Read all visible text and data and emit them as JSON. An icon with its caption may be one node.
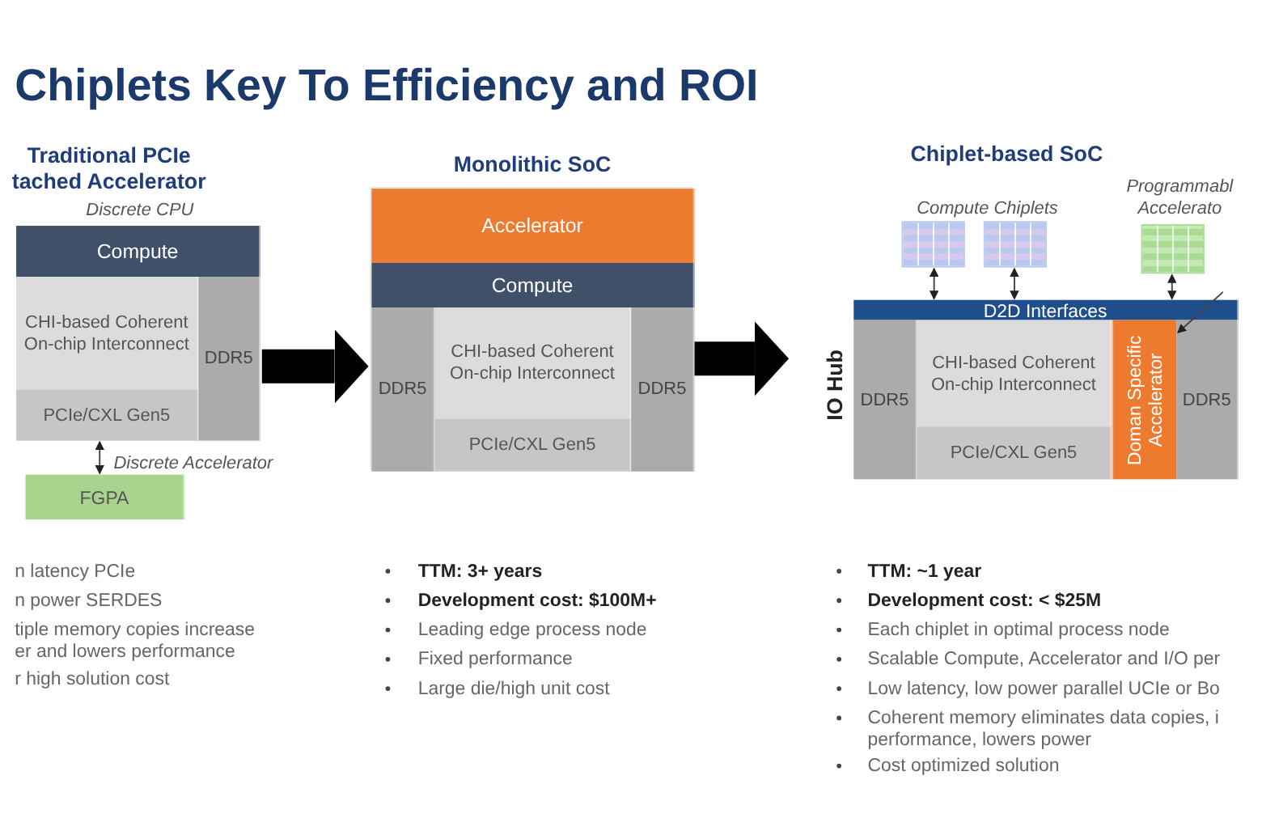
{
  "diagram": {
    "title": "Chiplets Key To Efficiency and ROI",
    "nodes": [
      {
        "text": [
          "Discrete CPU"
        ]
      },
      {
        "text": [
          "Compute"
        ],
        "in": 0
      },
      {
        "text": [
          "CHI-based Coherent On-chip Interconnect"
        ],
        "in": 0
      },
      {
        "text": [
          "PCIe/CXL Gen5"
        ],
        "in": 0
      },
      {
        "text": [
          "DDR5"
        ],
        "in": 0
      },
      {
        "text": [
          "FGPA"
        ],
        "beside": [
          "Discrete Accelerator"
        ]
      },
      {
        "text": [],
        "shape": "box"
      },
      {
        "text": [
          "Accelerator"
        ],
        "in": 6
      },
      {
        "text": [
          "Compute"
        ],
        "in": 6
      },
      {
        "text": [
          "DDR5"
        ],
        "in": 6
      },
      {
        "text": [
          "CHI-based Coherent On-chip Interconnect"
        ],
        "in": 6
      },
      {
        "text": [
          "PCIe/CXL Gen5"
        ],
        "in": 6
      },
      {
        "text": [
          "DDR5"
        ],
        "in": 6
      },
      {
        "text": [],
        "shape": "picture"
      },
      {
        "text": [],
        "shape": "picture"
      },
      {
        "text": [],
        "shape": "picture",
        "beside": [
          "Programmabl Accelerato"
        ]
      },
      {
        "text": [
          "IO Hub"
        ]
      },
      {
        "text": [
          "D2D Interfaces"
        ],
        "in": 16
      },
      {
        "text": [
          "DDR5"
        ],
        "in": 16
      },
      {
        "text": [
          "CHI-based Coherent On-chip Interconnect"
        ],
        "in": 16
      },
      {
        "text": [
          "PCIe/CXL Gen5"
        ],
        "in": 16
      },
      {
        "text": [
          "Doman Specific Accelerator"
        ],
        "in": 16
      },
      {
        "text": [
          "DDR5"
        ],
        "in": 16
      }
    ],
    "edges": [
      {
        "from": 3,
        "to": 5,
        "arrow": "both"
      },
      {
        "from": 0,
        "to": 6,
        "arrow": "to",
        "style": "thick"
      },
      {
        "from": 6,
        "to": 16,
        "arrow": "to",
        "style": "thick"
      },
      {
        "from": 13,
        "to": 17,
        "arrow": "both"
      },
      {
        "from": 14,
        "to": 17,
        "arrow": "both"
      },
      {
        "from": 15,
        "to": 17,
        "arrow": "both"
      },
      {
        "from": null,
        "to": 21,
        "arrow": "to"
      }
    ],
    "labels": [
      "Traditional PCIe tached Accelerator",
      "Monolithic SoC",
      "Chiplet-based SoC",
      "Compute Chiplets",
      "n latency PCIe",
      "n power SERDES",
      "tiple memory copies increase er and lowers performance",
      "r high solution cost",
      "TTM: 3+ years",
      "Development cost: $100M+",
      "Leading edge process node",
      "Fixed performance",
      "Large die/high unit cost",
      "TTM: ~1 year",
      "Development cost: < $25M",
      "Each chiplet in optimal process node",
      "Scalable Compute, Accelerator and I/O per",
      "Low latency, low power parallel UCIe or Bo",
      "Coherent memory eliminates data copies, i performance, lowers power",
      "Cost optimized solution"
    ]
  }
}
